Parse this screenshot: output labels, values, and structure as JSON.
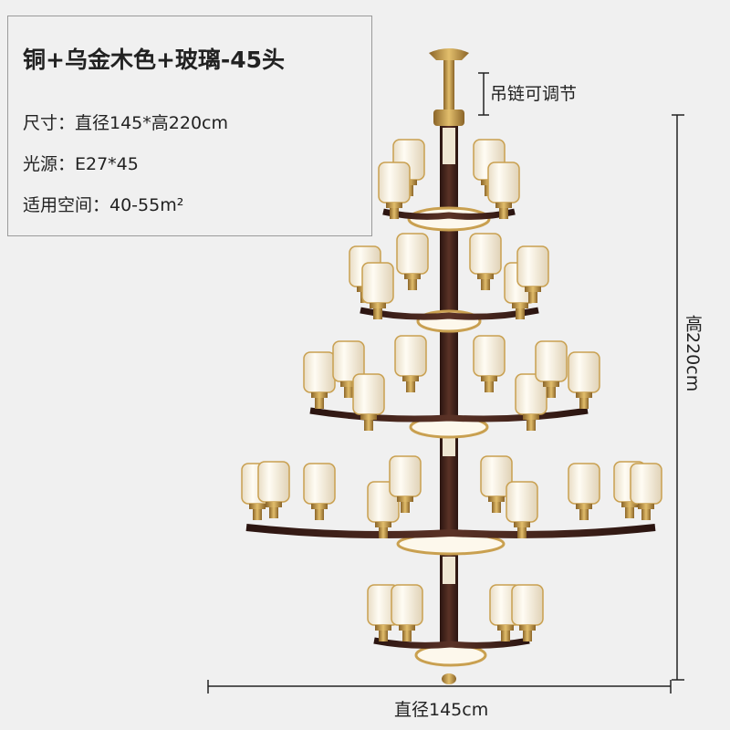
{
  "info": {
    "title": "铜+乌金木色+玻璃-45头",
    "size": "尺寸：直径145*高220cm",
    "light": "光源：E27*45",
    "space": "适用空间：40-55m²"
  },
  "labels": {
    "chain": "吊链可调节",
    "height": "高220cm",
    "diameter": "直径145cm"
  },
  "colors": {
    "background": "#f0f0f0",
    "brass": "#c9a050",
    "dark_wood": "#3a1f1a",
    "glass": "#fbf6ea",
    "dimension_line": "#222222"
  }
}
